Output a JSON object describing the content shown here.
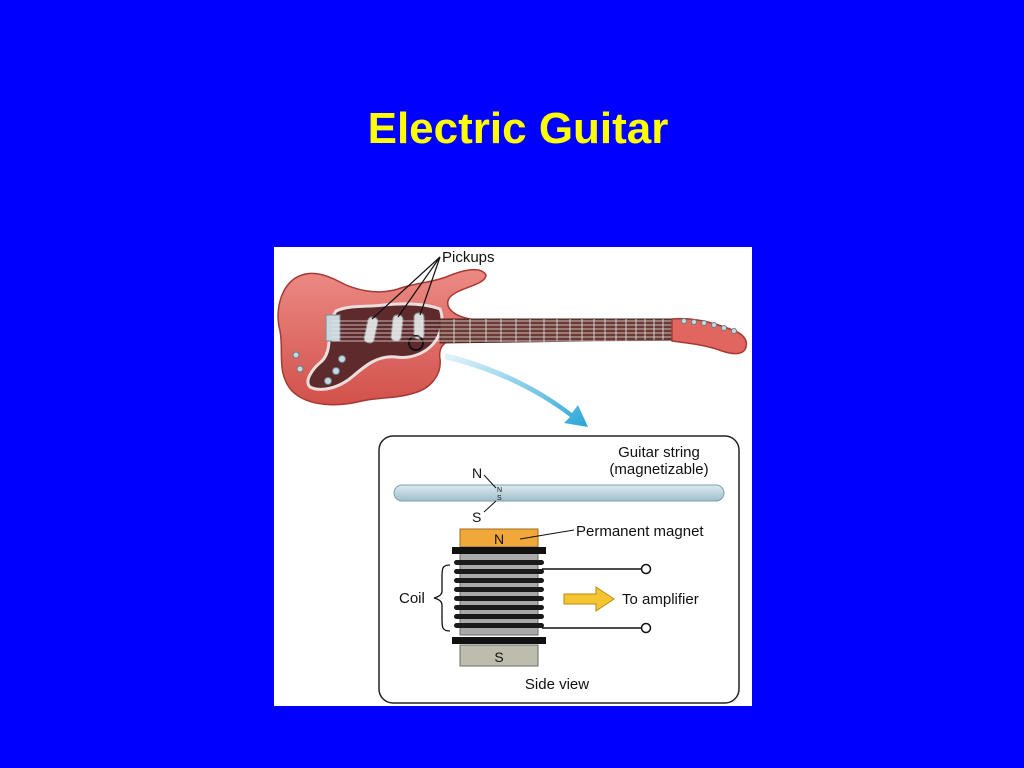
{
  "slide": {
    "title": "Electric Guitar"
  },
  "diagram": {
    "pickups_label": "Pickups",
    "string_label_line1": "Guitar string",
    "string_label_line2": "(magnetizable)",
    "string_pole_n": "N",
    "string_pole_s": "S",
    "string_inner_n": "N",
    "string_inner_s": "S",
    "magnet_label": "Permanent magnet",
    "magnet_top_pole": "N",
    "magnet_bottom_pole": "S",
    "coil_label": "Coil",
    "output_label": "To amplifier",
    "view_caption": "Side view"
  },
  "colors": {
    "background": "#0000ff",
    "title": "#ffff00",
    "guitar_body": "#e0665f",
    "pickguard": "#5e2a2c",
    "magnet_north": "#f0a83a",
    "magnet_south": "#bdbdad",
    "string": "#b9d3dd",
    "arrow_blue": "#2aa6d8",
    "amp_arrow": "#f5c531"
  }
}
